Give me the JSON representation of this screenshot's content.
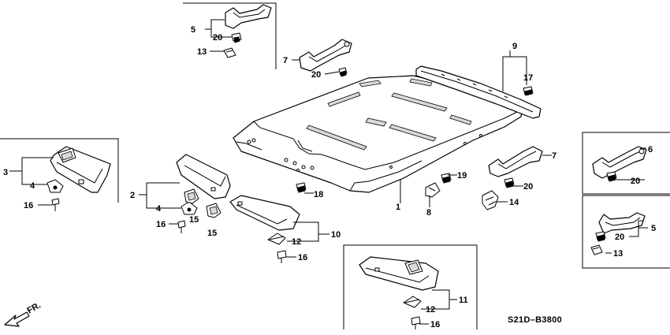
{
  "diagram_code": "S21D–B3800",
  "direction_label": "FR.",
  "callouts": {
    "c1": "1",
    "c2": "2",
    "c3": "3",
    "c4a": "4",
    "c4b": "4",
    "c5a": "5",
    "c5b": "5",
    "c6": "6",
    "c7a": "7",
    "c7b": "7",
    "c8": "8",
    "c9": "9",
    "c10": "10",
    "c11": "11",
    "c12a": "12",
    "c12b": "12",
    "c13a": "13",
    "c13b": "13",
    "c14": "14",
    "c15a": "15",
    "c15b": "15",
    "c16a": "16",
    "c16b": "16",
    "c16c": "16",
    "c16d": "16",
    "c17": "17",
    "c18": "18",
    "c19": "19",
    "c20a": "20",
    "c20b": "20",
    "c20c": "20",
    "c20d": "20",
    "c20e": "20"
  }
}
